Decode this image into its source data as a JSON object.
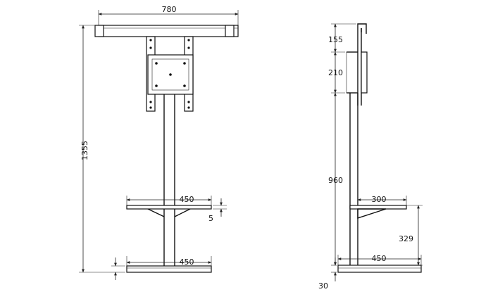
{
  "front_view": {
    "dims": {
      "top_width": "780",
      "total_height": "1355",
      "shelf_width": "450",
      "shelf_thickness": "5",
      "base_width": "450"
    }
  },
  "side_view": {
    "dims": {
      "top_section": "155",
      "bracket_height": "210",
      "column_height": "960",
      "shelf_depth": "300",
      "shelf_height": "329",
      "base_depth": "450",
      "base_thickness": "30"
    }
  }
}
